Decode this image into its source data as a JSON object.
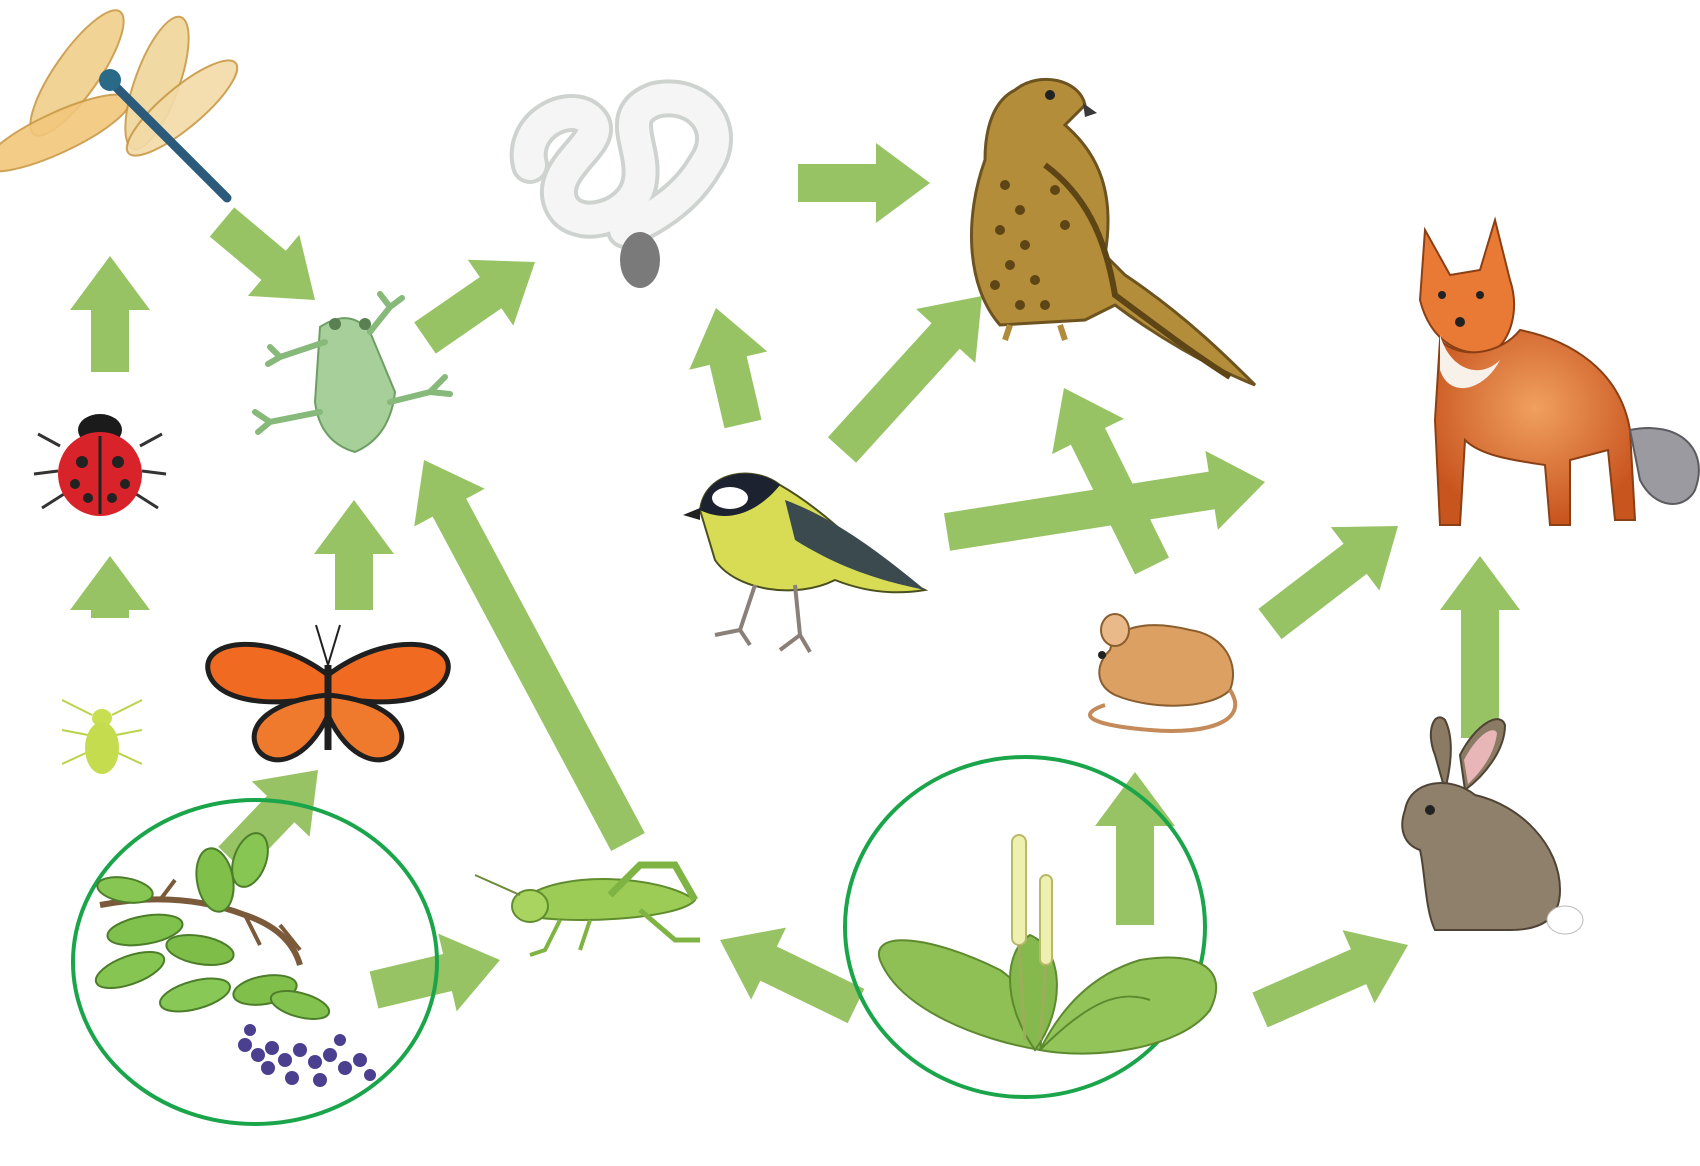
{
  "diagram": {
    "type": "food-web",
    "colors": {
      "arrow": "#97c365",
      "producer_circle": "#1aa54a",
      "background": "#ffffff"
    },
    "organisms": [
      {
        "id": "dragonfly",
        "icon": "dragonfly-icon"
      },
      {
        "id": "ladybug",
        "icon": "ladybug-icon"
      },
      {
        "id": "aphid",
        "icon": "aphid-icon"
      },
      {
        "id": "frog",
        "icon": "frog-icon"
      },
      {
        "id": "butterfly",
        "icon": "butterfly-icon"
      },
      {
        "id": "elderberry",
        "icon": "elderberry-plant-icon",
        "producer": true
      },
      {
        "id": "grasshopper",
        "icon": "grasshopper-icon"
      },
      {
        "id": "snake",
        "icon": "snake-icon"
      },
      {
        "id": "hawk",
        "icon": "hawk-icon"
      },
      {
        "id": "tit",
        "icon": "great-tit-bird-icon"
      },
      {
        "id": "mouse",
        "icon": "mouse-icon"
      },
      {
        "id": "plantain",
        "icon": "plantain-plant-icon",
        "producer": true
      },
      {
        "id": "fox",
        "icon": "fox-icon"
      },
      {
        "id": "hare",
        "icon": "hare-icon"
      }
    ],
    "links": [
      {
        "from": "aphid",
        "to": "ladybug"
      },
      {
        "from": "ladybug",
        "to": "dragonfly"
      },
      {
        "from": "dragonfly",
        "to": "frog"
      },
      {
        "from": "elderberry",
        "to": "butterfly"
      },
      {
        "from": "butterfly",
        "to": "frog"
      },
      {
        "from": "elderberry",
        "to": "grasshopper"
      },
      {
        "from": "grasshopper",
        "to": "frog"
      },
      {
        "from": "frog",
        "to": "snake"
      },
      {
        "from": "snake",
        "to": "hawk"
      },
      {
        "from": "tit",
        "to": "snake"
      },
      {
        "from": "tit",
        "to": "hawk"
      },
      {
        "from": "tit",
        "to": "fox"
      },
      {
        "from": "mouse",
        "to": "hawk"
      },
      {
        "from": "mouse",
        "to": "fox"
      },
      {
        "from": "plantain",
        "to": "grasshopper"
      },
      {
        "from": "plantain",
        "to": "mouse"
      },
      {
        "from": "plantain",
        "to": "hare"
      },
      {
        "from": "hare",
        "to": "fox"
      }
    ]
  }
}
